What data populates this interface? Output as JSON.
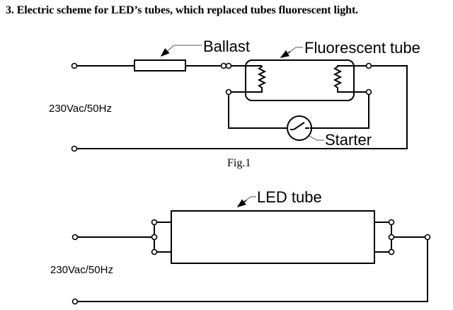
{
  "heading": "3. Electric scheme for LED’s tubes, which replaced tubes fluorescent light.",
  "figure1": {
    "caption": "Fig.1",
    "labels": {
      "ballast": "Ballast",
      "fluorescent_tube": "Fluorescent tube",
      "starter": "Starter",
      "supply": "230Vac/50Hz"
    }
  },
  "figure2": {
    "labels": {
      "led_tube": "LED tube",
      "supply": "230Vac/50Hz"
    }
  }
}
